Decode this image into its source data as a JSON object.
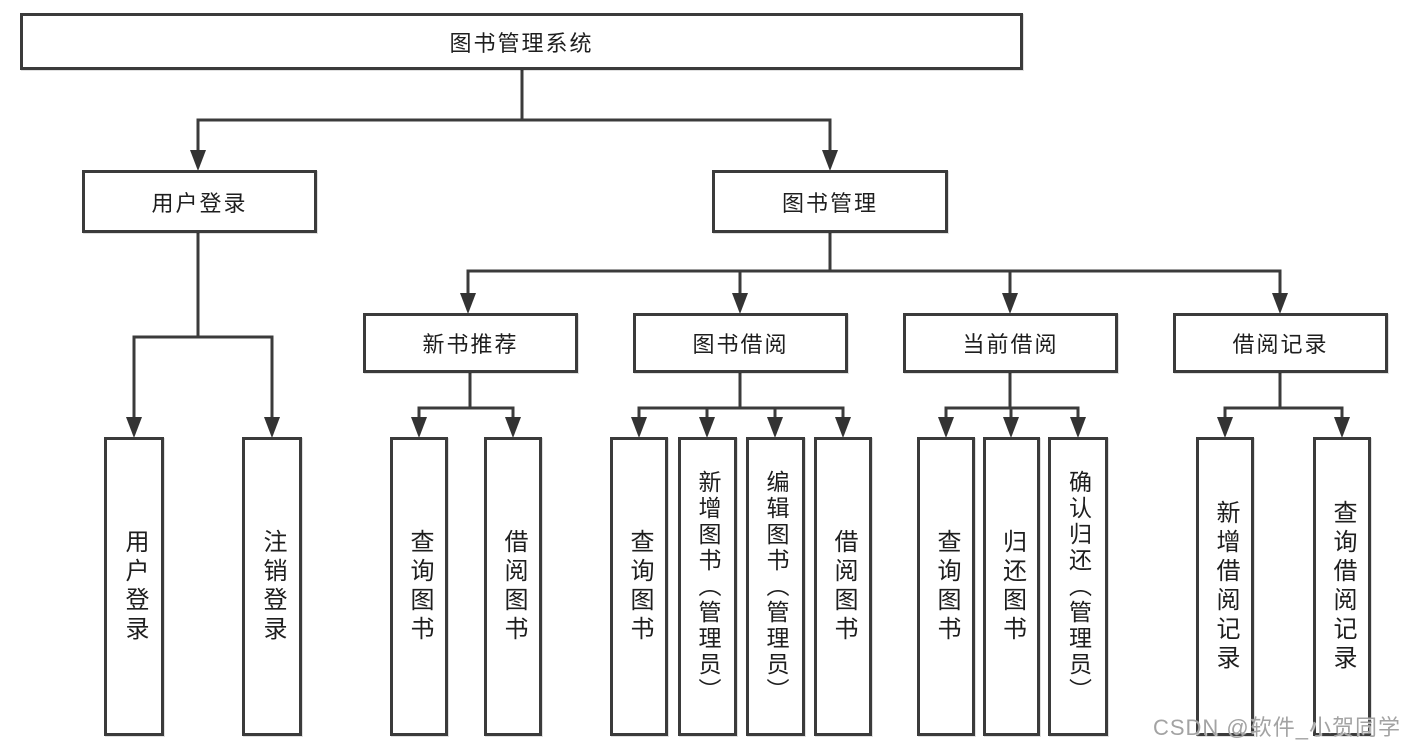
{
  "diagram": {
    "title": "图书管理系统",
    "nodes": {
      "root": {
        "label": "图书管理系统"
      },
      "user_login": {
        "label": "用户登录"
      },
      "book_mgmt": {
        "label": "图书管理"
      },
      "new_books": {
        "label": "新书推荐"
      },
      "book_borrow": {
        "label": "图书借阅"
      },
      "current_borrow": {
        "label": "当前借阅"
      },
      "borrow_records": {
        "label": "借阅记录"
      },
      "leaf_user_login": {
        "label": "用户登录"
      },
      "leaf_logout": {
        "label": "注销登录"
      },
      "leaf_query_books_1": {
        "label": "查询图书"
      },
      "leaf_borrow_books_1": {
        "label": "借阅图书"
      },
      "leaf_query_books_2": {
        "label": "查询图书"
      },
      "leaf_add_book": {
        "label": "新增图书（管理员）"
      },
      "leaf_edit_book": {
        "label": "编辑图书（管理员）"
      },
      "leaf_borrow_books_2": {
        "label": "借阅图书"
      },
      "leaf_query_books_3": {
        "label": "查询图书"
      },
      "leaf_return_book": {
        "label": "归还图书"
      },
      "leaf_confirm_return": {
        "label": "确认归还（管理员）"
      },
      "leaf_add_record": {
        "label": "新增借阅记录"
      },
      "leaf_query_record": {
        "label": "查询借阅记录"
      }
    },
    "colors": {
      "line": "#3b3b3b",
      "text": "#1e1e1e",
      "background": "#ffffff",
      "watermark": "#a3a3a3"
    }
  },
  "watermark": {
    "text": "CSDN @软件_小贺同学"
  }
}
